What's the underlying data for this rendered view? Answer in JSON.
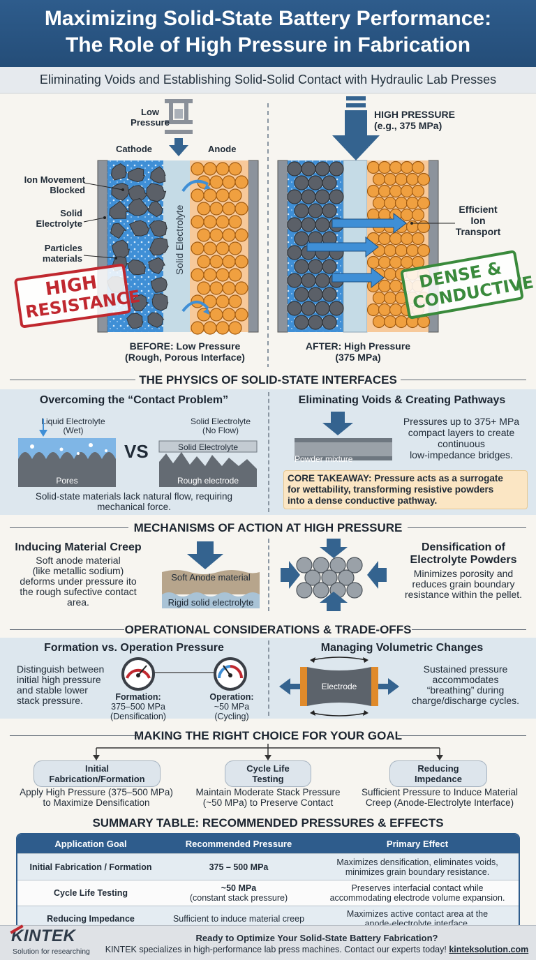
{
  "header": {
    "title_line1": "Maximizing Solid-State Battery Performance:",
    "title_line2": "The Role of High Pressure in Fabrication",
    "subtitle": "Eliminating Voids and Establishing Solid-Solid Contact with Hydraulic Lab Presses"
  },
  "hero": {
    "left": {
      "pressure_label_1": "Low",
      "pressure_label_2": "Pressure",
      "cathode": "Cathode",
      "anode": "Anode",
      "ion_blocked_1": "Ion Movement",
      "ion_blocked_2": "Blocked",
      "solid_electrolyte_1": "Solid",
      "solid_electrolyte_2": "Electrolyte",
      "particles_1": "Particles",
      "particles_2": "materials",
      "center_label": "Solid Electrolyte",
      "stamp_1": "HIGH",
      "stamp_2": "RESISTANCE",
      "caption_1": "BEFORE: Low Pressure",
      "caption_2": "(Rough, Porous Interface)"
    },
    "right": {
      "pressure_label_1": "HIGH PRESSURE",
      "pressure_label_2": "(e.g., 375 MPa)",
      "efficient_1": "Efficient",
      "efficient_2": "Ion",
      "efficient_3": "Transport",
      "stamp_1": "DENSE &",
      "stamp_2": "CONDUCTIVE",
      "caption_1": "AFTER: High Pressure",
      "caption_2": "(375 MPa)"
    }
  },
  "physics": {
    "title": "THE PHYSICS OF SOLID-STATE INTERFACES",
    "left_title": "Overcoming the “Contact Problem”",
    "liquid_1": "Liquid Electrolyte",
    "liquid_2": "(Wet)",
    "solid_1": "Solid Electrolyte",
    "solid_2": "(No Flow)",
    "vs": "VS",
    "pores": "Pores",
    "solid_box": "Solid Electrolyte",
    "rough": "Rough electrode",
    "caption_1": "Solid-state materials lack natural flow, requiring",
    "caption_2": "mechanical force.",
    "right_title": "Eliminating Voids & Creating Pathways",
    "right_text_1": "Pressures up to 375+ MPa",
    "right_text_2": "compact layers to create",
    "right_text_3": "continuous",
    "right_text_4": "low-impedance bridges.",
    "powder": "Powder mixture",
    "takeaway_1": "CORE TAKEAWAY: Pressure acts as a surrogate",
    "takeaway_2": "for wettability, transforming resistive powders",
    "takeaway_3": "into a dense conductive pathway."
  },
  "mechanisms": {
    "title": "MECHANISMS OF ACTION AT HIGH PRESSURE",
    "left_title": "Inducing Material Creep",
    "left_text_1": "Soft anode material",
    "left_text_2": "(like metallic sodium)",
    "left_text_3": "deforms under pressure ito",
    "left_text_4": "the rough sufective contact",
    "left_text_5": "area.",
    "soft_anode": "Soft Anode material",
    "rigid": "Rigid solid electrolyte",
    "right_title_1": "Densification of",
    "right_title_2": "Electrolyte Powders",
    "right_text_1": "Minimizes porosity and",
    "right_text_2": "reduces grain boundary",
    "right_text_3": "resistance within the pellet."
  },
  "operational": {
    "title": "OPERATIONAL CONSIDERATIONS & TRADE-OFFS",
    "left_title": "Formation vs. Operation Pressure",
    "left_text_1": "Distinguish between",
    "left_text_2": "initial high pressure",
    "left_text_3": "and stable lower",
    "left_text_4": "stack pressure.",
    "formation_1": "Formation:",
    "formation_2": "375–500 MPa",
    "formation_3": "(Densification)",
    "operation_1": "Operation:",
    "operation_2": "~50 MPa",
    "operation_3": "(Cycling)",
    "right_title": "Managing Volumetric Changes",
    "electrode": "Electrode",
    "right_text_1": "Sustained pressure",
    "right_text_2": "accommodates",
    "right_text_3": "“breathing” during",
    "right_text_4": "charge/discharge cycles."
  },
  "choice": {
    "title": "MAKING THE RIGHT CHOICE FOR YOUR GOAL",
    "items": [
      {
        "pill": "Initial Fabrication/Formation",
        "line1": "Apply High Pressure (375–500 MPa)",
        "line2": "to Maximize Densification"
      },
      {
        "pill": "Cycle Life Testing",
        "line1": "Maintain Moderate Stack Pressure",
        "line2": "(~50 MPa) to Preserve Contact"
      },
      {
        "pill": "Reducing Impedance",
        "line1": "Sufficient Pressure to Induce Material",
        "line2": "Creep (Anode-Electrolyte Interface)"
      }
    ]
  },
  "summary": {
    "title": "SUMMARY TABLE: RECOMMENDED PRESSURES & EFFECTS",
    "headers": [
      "Application Goal",
      "Recommended Pressure",
      "Primary Effect"
    ],
    "rows": [
      {
        "goal": "Initial Fabrication / Formation",
        "pressure": "375 – 500 MPa",
        "pressure_note": "",
        "effect1": "Maximizes densification, eliminates voids,",
        "effect2": "minimizes grain boundary resistance."
      },
      {
        "goal": "Cycle Life Testing",
        "pressure": "~50 MPa",
        "pressure_note": "(constant stack pressure)",
        "effect1": "Preserves interfacial contact while",
        "effect2": "accommodating electrode volume expansion."
      },
      {
        "goal": "Reducing Impedance",
        "pressure": "Sufficient to induce material creep",
        "pressure_note": "",
        "effect1": "Maximizes active contact area at the",
        "effect2": "anode-electrolyte interface."
      }
    ]
  },
  "footer": {
    "logo": "KINTEK",
    "tagline": "Solution for researching",
    "cta_title": "Ready to Optimize Your Solid-State Battery Fabrication?",
    "cta_text": "KINTEK specializes in high-performance lab press machines. Contact our experts today!",
    "link": "kinteksolution.com"
  },
  "colors": {
    "header_blue": "#2e5c8c",
    "arrow_blue": "#34638f",
    "electrolyte_blue": "#3f8fd6",
    "anode_orange": "#f0a040",
    "particle_gray": "#5b6068",
    "stamp_red": "#c0282f",
    "stamp_green": "#3a8a3c",
    "takeaway_bg": "#fbe6c4"
  }
}
